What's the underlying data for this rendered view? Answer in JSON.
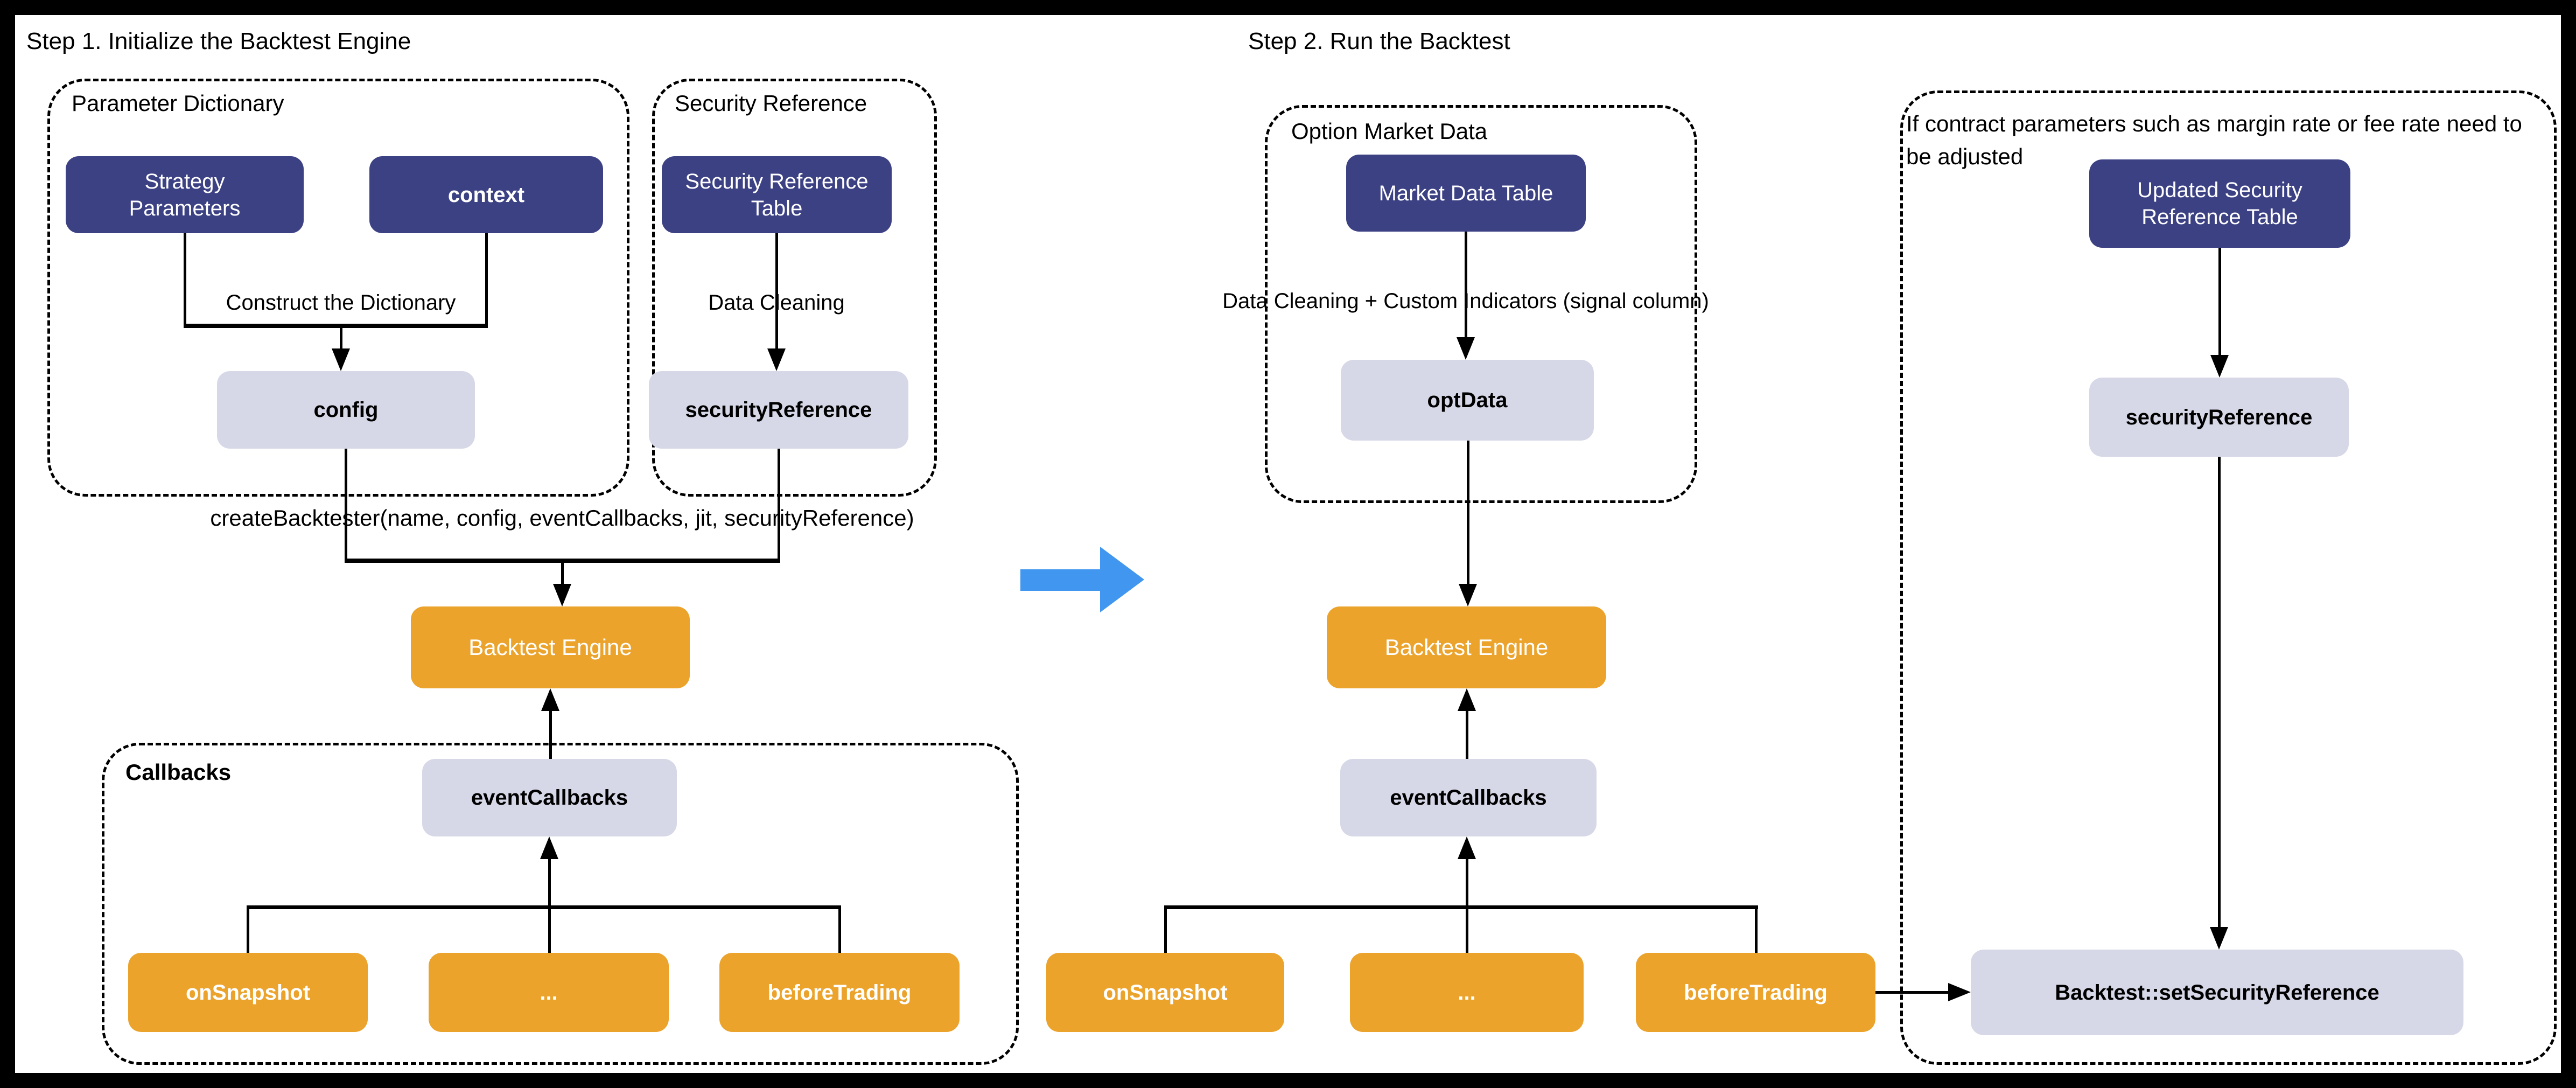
{
  "colors": {
    "navy": "#3C4184",
    "orange": "#EBA32C",
    "lavender": "#D6D8E7",
    "arrow_blue": "#4196F0"
  },
  "step1": {
    "title": "Step 1. Initialize the Backtest Engine",
    "parameter_dictionary": {
      "label": "Parameter Dictionary",
      "strategy_parameters": "Strategy\nParameters",
      "context": "context",
      "construct_label": "Construct the Dictionary",
      "config": "config"
    },
    "security_reference": {
      "label": "Security Reference",
      "table": "Security Reference\nTable",
      "data_cleaning_label": "Data Cleaning",
      "variable": "securityReference"
    },
    "create_call": "createBacktester(name, config, eventCallbacks, jit, securityReference)",
    "engine": "Backtest Engine",
    "callbacks": {
      "label": "Callbacks",
      "event_callbacks": "eventCallbacks",
      "items": [
        "onSnapshot",
        "...",
        "beforeTrading"
      ]
    }
  },
  "step2": {
    "title": "Step 2. Run the Backtest",
    "option_market_data": {
      "label": "Option Market Data",
      "market_data_table": "Market Data Table",
      "cleaning_label": "Data Cleaning + Custom Indicators (signal column)",
      "opt_data": "optData"
    },
    "engine": "Backtest Engine",
    "event_callbacks": "eventCallbacks",
    "items": [
      "onSnapshot",
      "...",
      "beforeTrading"
    ]
  },
  "adjustment": {
    "condition": "If contract parameters such as margin rate or fee rate need to be adjusted",
    "updated_table": "Updated Security\nReference Table",
    "variable": "securityReference",
    "method": "Backtest::setSecurityReference"
  }
}
